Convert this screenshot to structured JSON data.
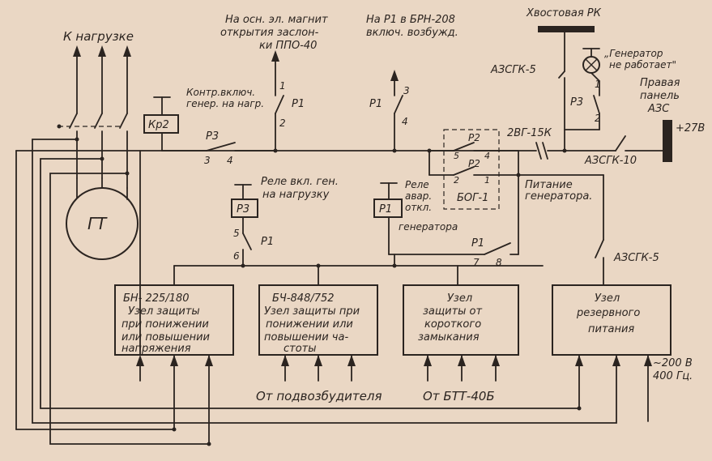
{
  "labels": {
    "to_load": "К нагрузке",
    "gt": "ГТ",
    "kr2": "Кр2",
    "kontr_1": "Контр.включ.",
    "kontr_2": "генер. на нагр.",
    "r3_top": "Р3",
    "r3_n3": "3",
    "r3_n4": "4",
    "magnet_1": "На осн. эл. магнит",
    "magnet_2": "открытия заслон-",
    "magnet_3": "ки ППО-40",
    "r1a_n1": "1",
    "r1a_name": "Р1",
    "r1a_n2": "2",
    "brn_1": "На Р1 в БРН-208",
    "brn_2": "включ. возбужд.",
    "r1b_n3": "3",
    "r1b_name": "Р1",
    "r1b_n4": "4",
    "tail_rk": "Хвостовая РК",
    "azsgk5_top": "АЗСГК-5",
    "gen_fail_1": "„Генератор",
    "gen_fail_2": "не работает\"",
    "r3_lamp_n1": "1",
    "r3_lamp_name": "Р3",
    "r3_lamp_n2": "2",
    "right_panel_1": "Правая",
    "right_panel_2": "панель",
    "right_panel_3": "АЗС",
    "plus27": "+27В",
    "two_vg": "2ВГ-15К",
    "azsgk10": "АЗСГК-10",
    "pit_gen_1": "Питание",
    "pit_gen_2": "генератора.",
    "p2_a": "Р2",
    "p2_n5": "5",
    "p2_n4": "4",
    "p2_b": "Р2",
    "p2_n2": "2",
    "p2_n1": "1",
    "bog1": "БОГ-1",
    "rele_vkl_1": "Реле вкл. ген.",
    "rele_vkl_2": "на нагрузку",
    "p3_coil": "Р3",
    "r1c_n5": "5",
    "r1c_name": "Р1",
    "r1c_n6": "6",
    "rele_avar_1": "Реле",
    "rele_avar_2": "авар.",
    "rele_avar_3": "откл.",
    "rele_avar_4": "генератора",
    "p1_coil": "Р1",
    "r1d_name": "Р1",
    "r1d_n7": "7",
    "r1d_n8": "8",
    "azsgk5_right": "АЗСГК-5",
    "bn_1": "БН- 225/180",
    "bn_2": "Узел защиты",
    "bn_3": "при понижении",
    "bn_4": "или повышении",
    "bn_5": "напряжения",
    "bch_1": "БЧ-848/752",
    "bch_2": "Узел защиты при",
    "bch_3": "понижении или",
    "bch_4": "повышении ча-",
    "bch_5": "стоты",
    "kz_1": "Узел",
    "kz_2": "защиты от",
    "kz_3": "короткого",
    "kz_4": "замыкания",
    "rez_1": "Узел",
    "rez_2": "резервного",
    "rez_3": "питания",
    "ac_1": "~200 В",
    "ac_2": "400 Гц.",
    "from_podv": "От подвозбудителя",
    "from_btt": "От БТТ-40Б"
  }
}
